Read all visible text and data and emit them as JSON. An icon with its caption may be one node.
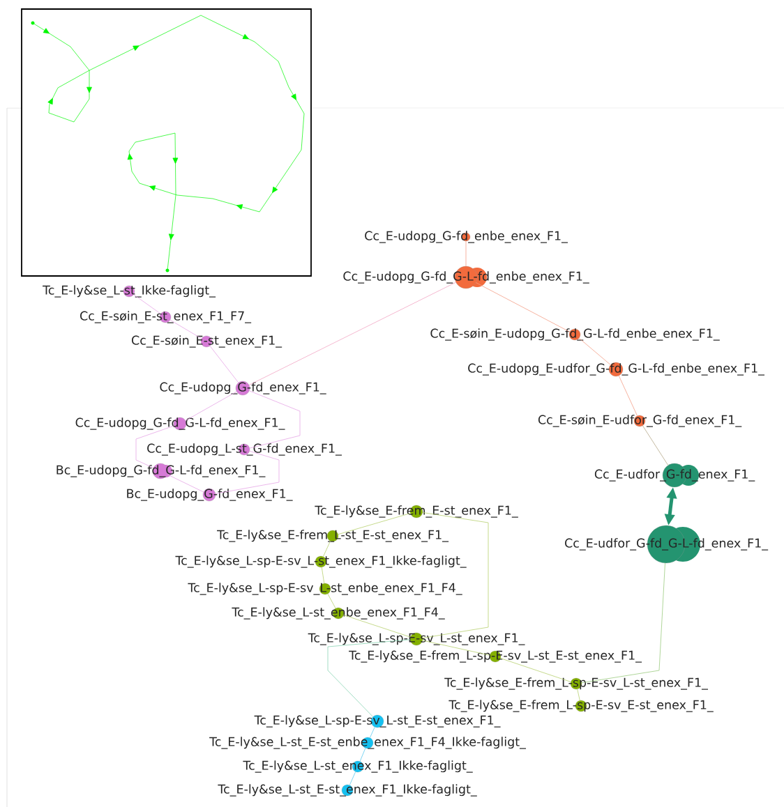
{
  "diagram": {
    "nodes": [
      {
        "text": [
          "Cc_E-udopg_G-fd_enbe_enex_F1_"
        ]
      },
      {
        "text": [
          "Cc_E-udopg_G-fd_G-L-fd_enbe_enex_F1_"
        ]
      },
      {
        "text": [
          "Cc_E-søin_E-udopg_G-fd_G-L-fd_enbe_enex_F1_"
        ]
      },
      {
        "text": [
          "Cc_E-udopg_E-udfor_G-fd_G-L-fd_enbe_enex_F1_"
        ]
      },
      {
        "text": [
          "Cc_E-søin_E-udfor_G-fd_enex_F1_"
        ]
      },
      {
        "text": [
          "Cc_E-udfor_G-fd_enex_F1_"
        ]
      },
      {
        "text": [
          "Cc_E-udfor_G-fd_G-L-fd_enex_F1_"
        ]
      },
      {
        "text": [
          "Tc_E-ly&se_L-st_Ikke-fagligt_"
        ]
      },
      {
        "text": [
          "Cc_E-søin_E-st_enex_F1_F7_"
        ]
      },
      {
        "text": [
          "Cc_E-søin_E-st_enex_F1_"
        ]
      },
      {
        "text": [
          "Cc_E-udopg_G-fd_enex_F1_"
        ]
      },
      {
        "text": [
          "Cc_E-udopg_G-fd_G-L-fd_enex_F1_"
        ]
      },
      {
        "text": [
          "Cc_E-udopg_L-st_G-fd_enex_F1_"
        ]
      },
      {
        "text": [
          "Bc_E-udopg_G-fd_G-L-fd_enex_F1_"
        ]
      },
      {
        "text": [
          "Bc_E-udopg_G-fd_enex_F1_"
        ]
      },
      {
        "text": [
          "Tc_E-ly&se_E-frem_E-st_enex_F1_"
        ]
      },
      {
        "text": [
          "Tc_E-ly&se_E-frem_L-st_E-st_enex_F1_"
        ]
      },
      {
        "text": [
          "Tc_E-ly&se_L-sp-E-sv_L-st_enex_F1_Ikke-fagligt_"
        ]
      },
      {
        "text": [
          "Tc_E-ly&se_L-sp-E-sv_L-st_enbe_enex_F1_F4_"
        ]
      },
      {
        "text": [
          "Tc_E-ly&se_L-st_enbe_enex_F1_F4_"
        ]
      },
      {
        "text": [
          "Tc_E-ly&se_L-sp-E-sv_L-st_enex_F1_"
        ]
      },
      {
        "text": [
          "Tc_E-ly&se_E-frem_L-sp-E-sv_L-st_E-st_enex_F1_"
        ]
      },
      {
        "text": [
          "Tc_E-ly&se_E-frem_L-sp-E-sv_L-st_enex_F1_"
        ]
      },
      {
        "text": [
          "Tc_E-ly&se_E-frem_L-sp-E-sv_E-st_enex_F1_"
        ]
      },
      {
        "text": [
          "Tc_E-ly&se_L-sp-E-sv_L-st_E-st_enex_F1_"
        ]
      },
      {
        "text": [
          "Tc_E-ly&se_L-st_E-st_enbe_enex_F1_F4_Ikke-fagligt_"
        ]
      },
      {
        "text": [
          "Tc_E-ly&se_L-st_enex_F1_Ikke-fagligt_"
        ]
      },
      {
        "text": [
          "Tc_E-ly&se_L-st_E-st_enex_F1_Ikke-fagligt_"
        ]
      }
    ],
    "edges": [
      {
        "from": 0,
        "to": 1,
        "arrow": "none",
        "color": "#f4a088"
      },
      {
        "from": 1,
        "to": 2,
        "arrow": "none",
        "color": "#f4a088"
      },
      {
        "from": 2,
        "to": 3,
        "arrow": "none",
        "color": "#f4a088"
      },
      {
        "from": 3,
        "to": 4,
        "arrow": "none",
        "color": "#f4a088"
      },
      {
        "from": 4,
        "to": 5,
        "arrow": "none",
        "color": "#b5a88a"
      },
      {
        "from": 5,
        "to": 6,
        "arrow": "both",
        "style": "thick",
        "color": "#249470"
      },
      {
        "from": 1,
        "to": 10,
        "arrow": "none",
        "color": "#f2a6c4"
      },
      {
        "from": 7,
        "to": 8,
        "arrow": "none",
        "color": "#e6a6e6"
      },
      {
        "from": 8,
        "to": 9,
        "arrow": "none",
        "color": "#e6a6e6"
      },
      {
        "from": 9,
        "to": 10,
        "arrow": "none",
        "color": "#e6a6e6"
      },
      {
        "from": 10,
        "to": 11,
        "arrow": "none",
        "color": "#e6a6e6"
      },
      {
        "from": 10,
        "to": 12,
        "arrow": "none",
        "color": "#e6a6e6"
      },
      {
        "from": 11,
        "to": 13,
        "arrow": "none",
        "color": "#e6a6e6"
      },
      {
        "from": 12,
        "to": 14,
        "arrow": "none",
        "color": "#e6a6e6"
      },
      {
        "from": 13,
        "to": 14,
        "arrow": "none",
        "color": "#e6a6e6"
      },
      {
        "from": 15,
        "to": 16,
        "arrow": "none",
        "color": "#b8d070"
      },
      {
        "from": 16,
        "to": 17,
        "arrow": "none",
        "color": "#b8d070"
      },
      {
        "from": 17,
        "to": 18,
        "arrow": "none",
        "color": "#b8d070"
      },
      {
        "from": 18,
        "to": 19,
        "arrow": "none",
        "color": "#b8d070"
      },
      {
        "from": 19,
        "to": 20,
        "arrow": "none",
        "color": "#b8d070"
      },
      {
        "from": 15,
        "to": 20,
        "arrow": "none",
        "color": "#b8d070"
      },
      {
        "from": 20,
        "to": 21,
        "arrow": "none",
        "color": "#b8d070"
      },
      {
        "from": 21,
        "to": 22,
        "arrow": "none",
        "color": "#b8d070"
      },
      {
        "from": 22,
        "to": 23,
        "arrow": "none",
        "color": "#b8d070"
      },
      {
        "from": 22,
        "to": 6,
        "arrow": "none",
        "color": "#9ccc80"
      },
      {
        "from": 20,
        "to": 24,
        "arrow": "none",
        "color": "#8ad4b4"
      },
      {
        "from": 24,
        "to": 25,
        "arrow": "none",
        "color": "#5ccaf0"
      },
      {
        "from": 25,
        "to": 26,
        "arrow": "none",
        "color": "#5ccaf0"
      },
      {
        "from": 26,
        "to": 27,
        "arrow": "none",
        "color": "#5ccaf0"
      }
    ]
  }
}
